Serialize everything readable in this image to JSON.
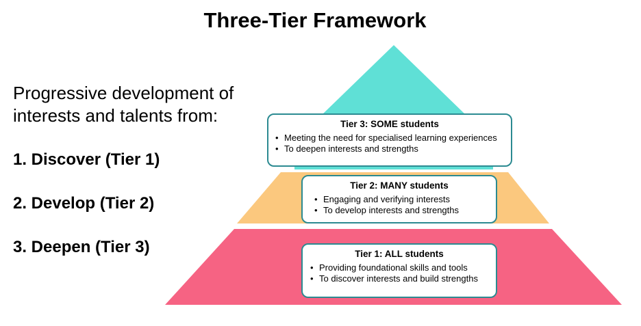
{
  "title": "Three-Tier Framework",
  "intro": "Progressive development of interests and talents from:",
  "steps": [
    "1. Discover (Tier 1)",
    "2. Develop (Tier 2)",
    "3. Deepen (Tier 3)"
  ],
  "tiers": [
    {
      "heading": "Tier 3: SOME students",
      "bullets": [
        "Meeting the need for specialised learning experiences",
        "To deepen interests and strengths"
      ],
      "color": "#5fe0d6"
    },
    {
      "heading": "Tier 2: MANY students",
      "bullets": [
        "Engaging and verifying interests",
        "To develop interests and strengths"
      ],
      "color": "#fbc87e"
    },
    {
      "heading": "Tier 1: ALL students",
      "bullets": [
        "Providing foundational skills and tools",
        "To discover interests and build strengths"
      ],
      "color": "#f66383"
    }
  ],
  "colors": {
    "card_border": "#2b8a91"
  }
}
